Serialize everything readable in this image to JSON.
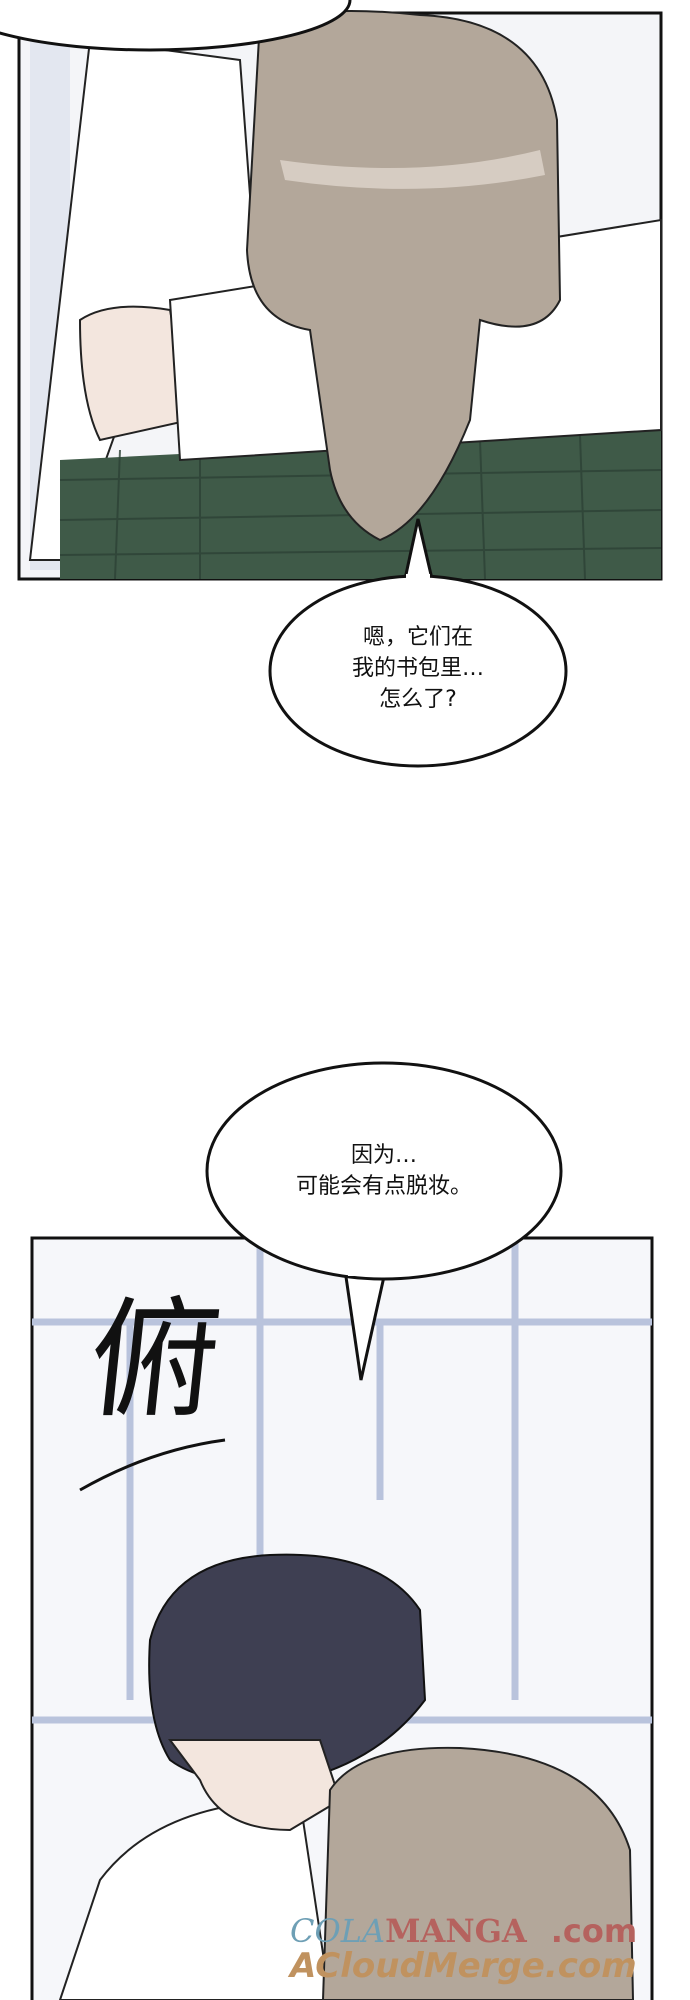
{
  "comic": {
    "bubble_1": {
      "text": "嗯，它们在\n我的书包里…\n怎么了?"
    },
    "bubble_2": {
      "text": "因为…\n可能会有点脱妆。"
    },
    "sfx": {
      "text": "俯"
    },
    "watermark": {
      "line1_a": "COLA",
      "line1_b": "MANGA",
      "line1_c": ".com",
      "line2": "ACloudMerge.com"
    }
  },
  "colors": {
    "hair_light": "#b3a79a",
    "hair_dark": "#3e3f52",
    "plaid": "#3f5a48",
    "skin": "#f3e6de",
    "window": "#b9c3dc"
  }
}
